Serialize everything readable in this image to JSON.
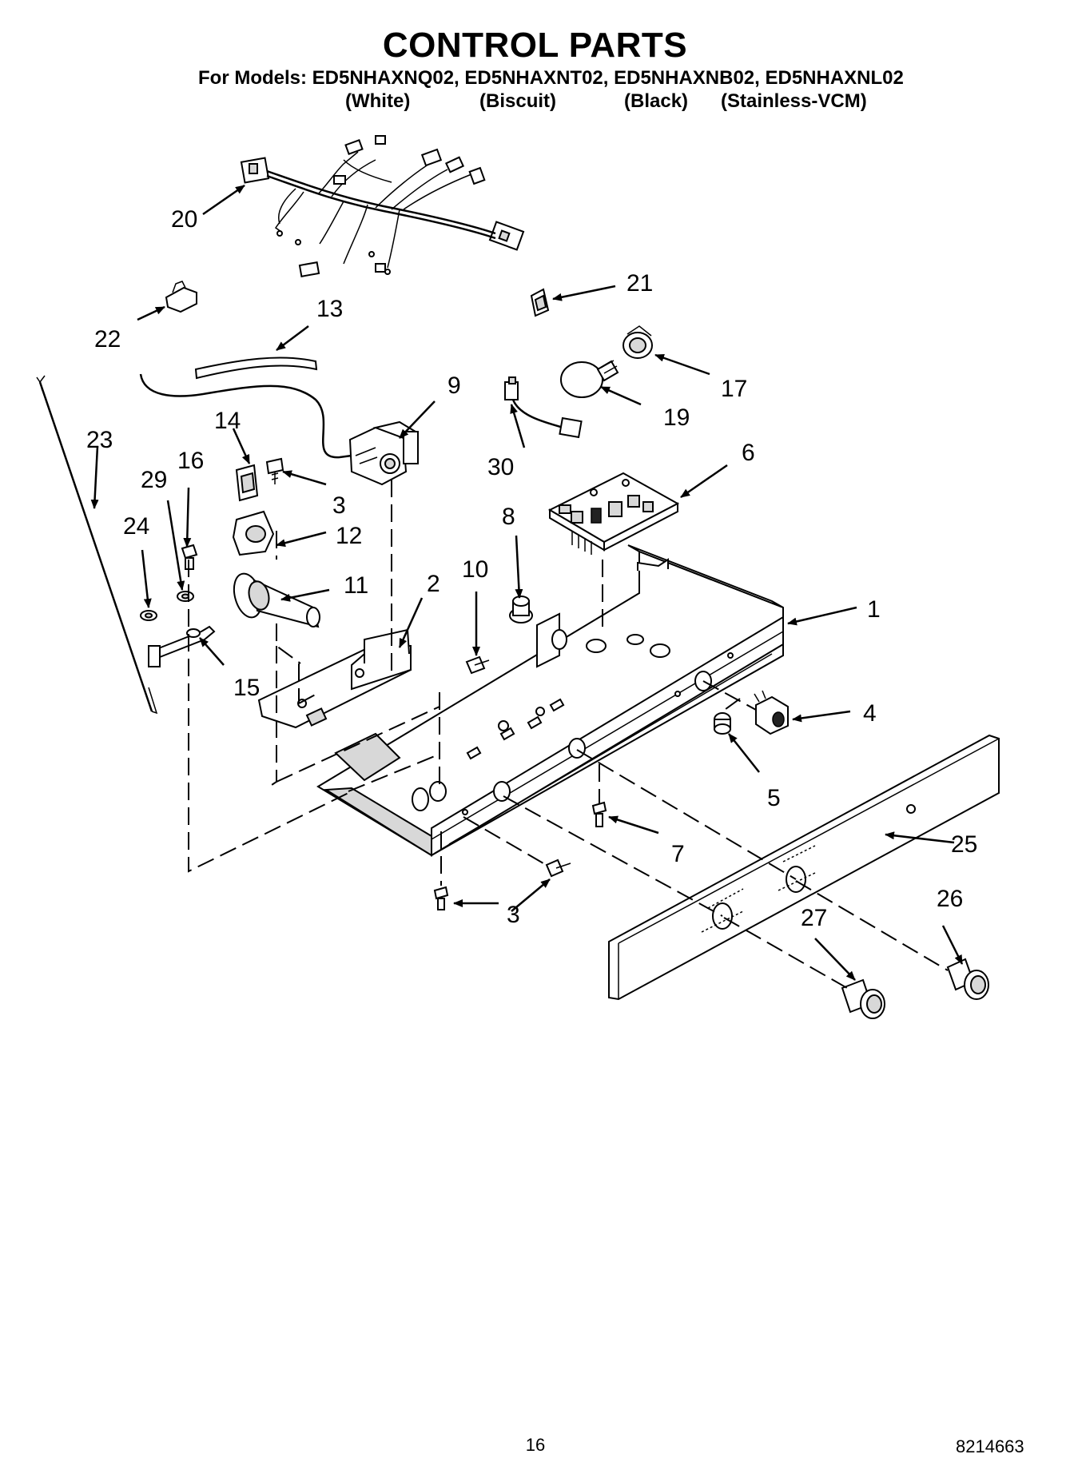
{
  "header": {
    "title": "CONTROL PARTS",
    "models_line": "For Models: ED5NHAXNQ02, ED5NHAXNT02, ED5NHAXNB02, ED5NHAXNL02",
    "variants": [
      "(White)",
      "(Biscuit)",
      "(Black)",
      "(Stainless-VCM)"
    ]
  },
  "callouts": {
    "c1": "1",
    "c2": "2",
    "c3a": "3",
    "c3b": "3",
    "c4": "4",
    "c5": "5",
    "c6": "6",
    "c7": "7",
    "c8": "8",
    "c9": "9",
    "c10": "10",
    "c11": "11",
    "c12": "12",
    "c13": "13",
    "c14": "14",
    "c15": "15",
    "c16": "16",
    "c17": "17",
    "c19": "19",
    "c20": "20",
    "c21": "21",
    "c22": "22",
    "c23": "23",
    "c24": "24",
    "c25": "25",
    "c26": "26",
    "c27": "27",
    "c29": "29",
    "c30": "30"
  },
  "footer": {
    "page_number": "16",
    "document_number": "8214663"
  }
}
